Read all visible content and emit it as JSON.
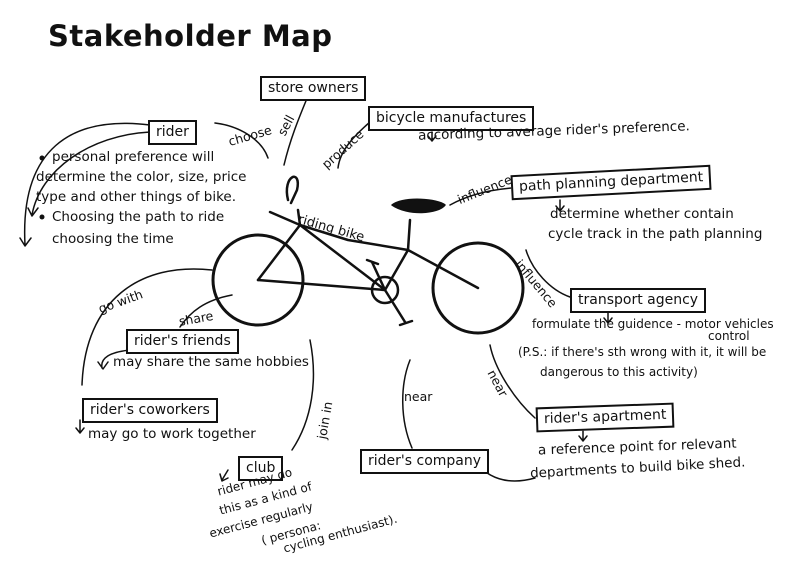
{
  "title": "Stakeholder Map",
  "center": {
    "label": "riding bike"
  },
  "stakeholders": {
    "store_owners": {
      "label": "store owners"
    },
    "rider": {
      "label": "rider",
      "notes": [
        "personal preference will",
        "determine the color, size, price",
        "type and other things of bike.",
        "Choosing the path to ride",
        "choosing the time"
      ]
    },
    "bicycle_manufactures": {
      "label": "bicycle manufactures",
      "note": "according to average rider's preference."
    },
    "path_planning": {
      "label": "path planning department",
      "notes": [
        "determine whether contain",
        "cycle track in the path planning"
      ]
    },
    "transport_agency": {
      "label": "transport agency",
      "notes": [
        "formulate the guidence - motor vehicles",
        "control",
        "(P.S.: if there's sth wrong with it, it will be",
        "dangerous to this activity)"
      ]
    },
    "riders_friends": {
      "label": "rider's friends",
      "note": "may share the same hobbies"
    },
    "riders_coworkers": {
      "label": "rider's coworkers",
      "note": "may go to work together"
    },
    "club": {
      "label": "club",
      "notes": [
        "rider may do",
        "this as a kind of",
        "exercise regularly",
        "( persona:",
        "cycling enthusiast)."
      ]
    },
    "riders_company": {
      "label": "rider's company"
    },
    "riders_apartment": {
      "label": "rider's apartment",
      "notes": [
        "a reference point for relevant",
        "departments to build bike shed."
      ]
    }
  },
  "relations": {
    "choose": "choose",
    "sell": "sell",
    "produce": "produce",
    "influence_path": "influence",
    "influence_transport": "influence",
    "go_with": "go with",
    "share": "share",
    "join_in": "join in",
    "near_company": "near",
    "near_apartment": "near"
  }
}
